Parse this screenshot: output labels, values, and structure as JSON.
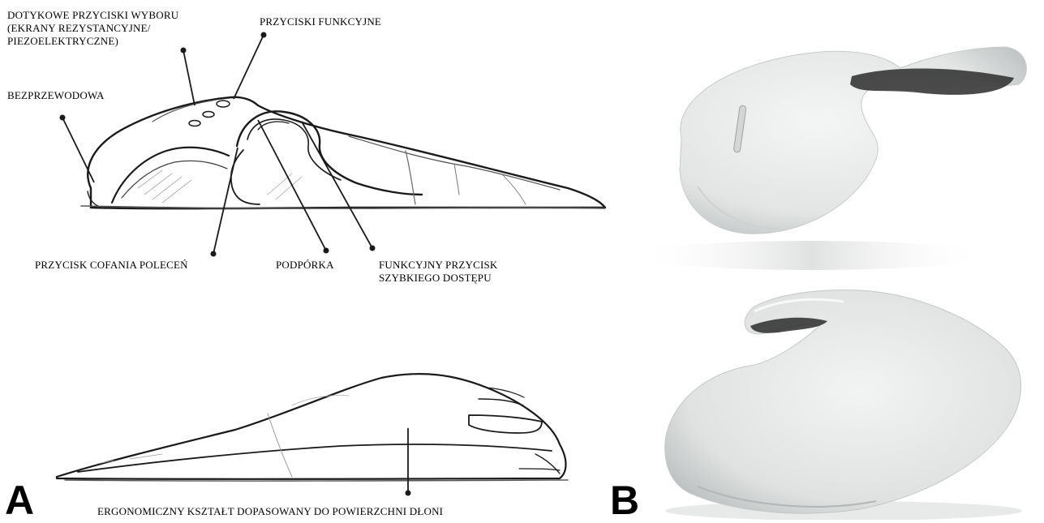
{
  "panel_a": {
    "letter": "A",
    "labels": {
      "selection_buttons": [
        "DOTYKOWE PRZYCISKI WYBORU",
        "(EKRANY REZYSTANCYJNE/",
        "PIEZOELEKTRYCZNE)"
      ],
      "function_buttons": "PRZYCISKI FUNKCYJNE",
      "wireless": "BEZPRZEWODOWA",
      "undo_button": "PRZYCISK COFANIA POLECEŃ",
      "support": "PODPÓRKA",
      "quick_access": [
        "FUNKCYJNY PRZYCISK",
        "SZYBKIEGO DOSTĘPU"
      ],
      "ergonomic_shape": "ERGONOMICZNY KSZTAŁT DOPASOWANY DO POWIERZCHNI DŁONI"
    }
  },
  "panel_b": {
    "letter": "B"
  },
  "colors": {
    "ink": "#1a1a1a",
    "clay": "#e9eaea",
    "clay_shadow": "#b9bcbc",
    "background": "#ffffff"
  }
}
